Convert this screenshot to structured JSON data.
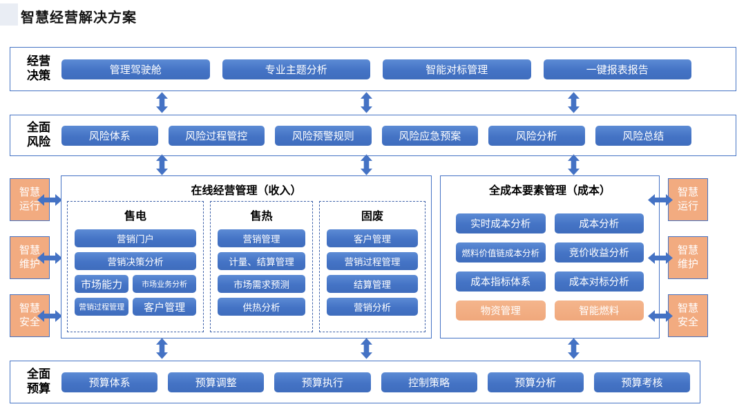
{
  "page_title": "智慧经营解决方案",
  "accent_colors": {
    "blue": "#4472C4",
    "orange": "#F2AB80",
    "dash_border": "#3B5FA8"
  },
  "bands": {
    "decision": {
      "label1": "经营",
      "label2": "决策",
      "items": [
        "管理驾驶舱",
        "专业主题分析",
        "智能对标管理",
        "一键报表报告"
      ]
    },
    "risk": {
      "label1": "全面",
      "label2": "风险",
      "items": [
        "风险体系",
        "风险过程管控",
        "风险预警规则",
        "风险应急预案",
        "风险分析",
        "风险总结"
      ]
    },
    "budget": {
      "label1": "全面",
      "label2": "预算",
      "items": [
        "预算体系",
        "预算调整",
        "预算执行",
        "控制策略",
        "预算分析",
        "预算考核"
      ]
    }
  },
  "panels": {
    "revenue": {
      "title": "在线经营管理（收入）",
      "columns": [
        {
          "title": "售电",
          "items": [
            "营销门户",
            "营销决策分析",
            "市场能力",
            "市场业务分析",
            "营销过程管理",
            "客户管理"
          ]
        },
        {
          "title": "售热",
          "items": [
            "营销管理",
            "计量、结算管理",
            "市场需求预测",
            "供热分析"
          ]
        },
        {
          "title": "固废",
          "items": [
            "客户管理",
            "营销过程管理",
            "结算管理",
            "营销分析"
          ]
        }
      ]
    },
    "cost": {
      "title": "全成本要素管理（成本）",
      "items": [
        "实时成本分析",
        "成本分析",
        "燃料价值链成本分析",
        "竞价收益分析",
        "成本指标体系",
        "成本对标分析",
        "物资管理",
        "智能燃料"
      ]
    }
  },
  "sides": {
    "left": [
      {
        "l1": "智慧",
        "l2": "运行"
      },
      {
        "l1": "智慧",
        "l2": "维护"
      },
      {
        "l1": "智慧",
        "l2": "安全"
      }
    ],
    "right": [
      {
        "l1": "智慧",
        "l2": "运行"
      },
      {
        "l1": "智慧",
        "l2": "维护"
      },
      {
        "l1": "智慧",
        "l2": "安全"
      }
    ]
  }
}
